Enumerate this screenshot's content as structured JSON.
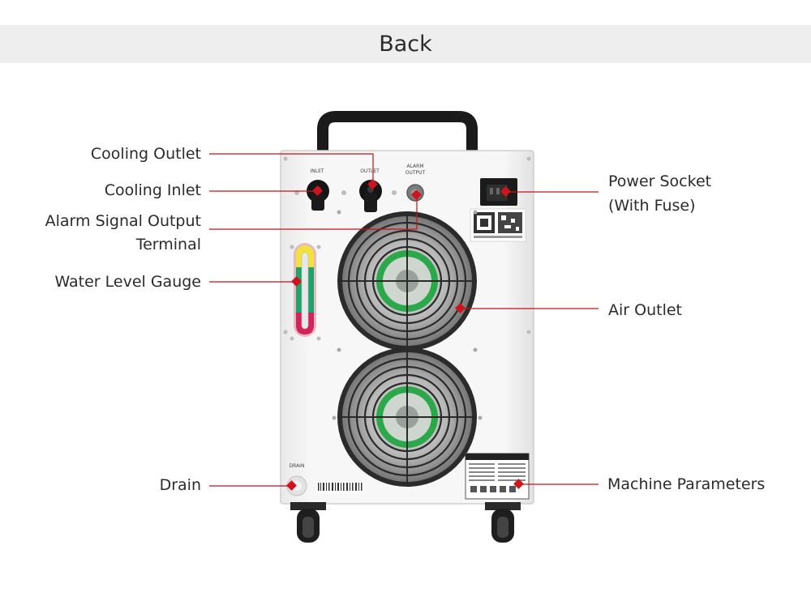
{
  "header": {
    "title": "Back"
  },
  "machine": {
    "panel_labels": {
      "inlet": "INLET",
      "outlet": "OUTLET",
      "alarm_line1": "ALARM",
      "alarm_line2": "OUTPUT",
      "drain": "DRAIN"
    }
  },
  "labels": {
    "cooling_outlet": "Cooling Outlet",
    "cooling_inlet": "Cooling Inlet",
    "alarm_line1": "Alarm Signal Output",
    "alarm_line2": "Terminal",
    "water_level_gauge": "Water Level Gauge",
    "drain": "Drain",
    "power_socket_line1": "Power Socket",
    "power_socket_line2": "(With Fuse)",
    "air_outlet": "Air Outlet",
    "machine_parameters": "Machine Parameters"
  },
  "colors": {
    "leader": "#c0141b",
    "header_bg": "#eeeeee",
    "text": "#2b2b2b"
  },
  "icons": [
    "fan-icon",
    "water-gauge-icon",
    "power-socket-icon",
    "qr-code-icon",
    "barcode-icon",
    "spec-label-icon",
    "caster-wheel-icon",
    "handle-icon"
  ]
}
